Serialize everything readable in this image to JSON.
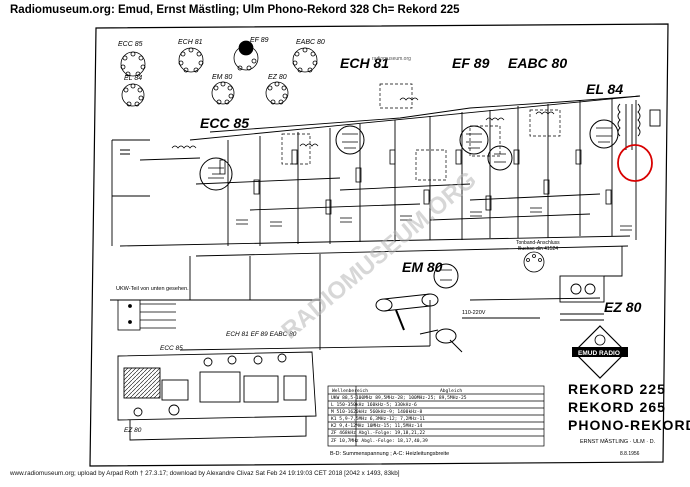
{
  "header": {
    "title": "Radiomuseum.org: Emud, Ernst Mästling; Ulm Phono-Rekord 328 Ch= Rekord 225"
  },
  "footer": {
    "text": "www.radiomuseum.org; upload by Arpad Roth † 27.3.17; download by Alexandre Clivaz  Sat Feb 24 19:19:03 CET 2018 [2042 x 1493, 83kb]"
  },
  "watermark": {
    "diagonal": "RADIOMUSEUM.ORG",
    "small": "radiomuseum.org"
  },
  "socket_labels": {
    "ecc85": "ECC 85",
    "ech81": "ECH 81",
    "ef89": "EF 89",
    "eabc80": "EABC 80",
    "el84": "EL 84",
    "em80": "EM 80",
    "ez80": "EZ 80"
  },
  "tubes": {
    "ech81": "ECH 81",
    "ef89": "EF 89",
    "eabc80": "EABC 80",
    "el84": "EL 84",
    "ecc85": "ECC 85",
    "em80": "EM 80",
    "ez80": "EZ 80"
  },
  "circuit_notes": {
    "ukw_note": "UKW-Teil von unten gesehen.",
    "tonband": "Tonband-Anschluss",
    "buchse": "Buchse din 41524",
    "mains": "110-220V"
  },
  "layout_labels": {
    "ecc85": "ECC 85",
    "ez80": "EZ 80",
    "tubes_row": "ECH 81  EF 89  EABC 80"
  },
  "band_table": {
    "header_left": "Wellenbereich",
    "header_right": "Abgleich",
    "rows": [
      "UKW   88,5-100MHz  89,5MHz-28; 100MHz-25;  89,5MHz-25",
      "L     150-350kHz    160kHz-5; 330kHz-6",
      "M     510-1620kHz   560kHz-9; 1400kHz-8",
      "K1    5,9-7,5MHz    6,3MHz-12; 7,2MHz-11",
      "K2    9,4-12MHz     10MHz-15; 11,5MHz-14",
      "ZF    468kHz  Abgl.-Folge: 19,18,21,22",
      "ZF    10,7MHz Abgl.-Folge: 18,17,40,39"
    ],
    "legend": "B-D: Summenspannung ; A-C: Heizleitungsbreite"
  },
  "brand": {
    "logo_text": "EMUD RADIO",
    "model_1": "REKORD 225",
    "model_2": "REKORD 265",
    "model_3": "PHONO-REKORD",
    "maker": "ERNST MÄSTLING · ULM · D.",
    "date": "8.8.1956"
  }
}
